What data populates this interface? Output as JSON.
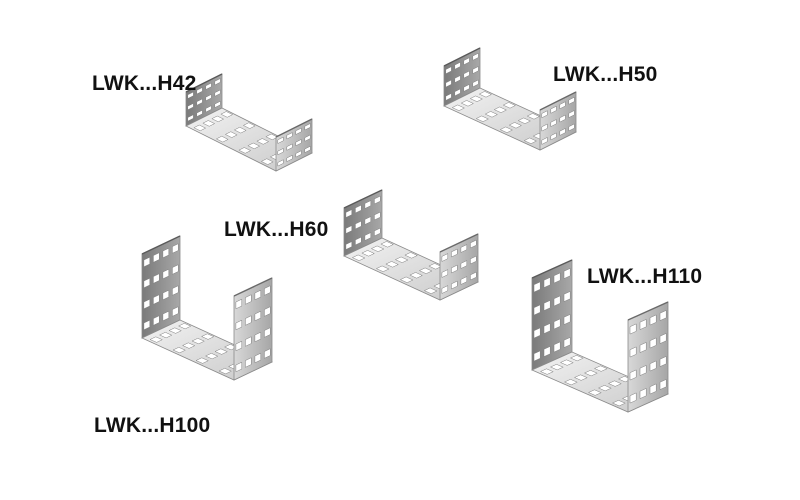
{
  "products": [
    {
      "id": "h42",
      "label": "LWK...H42",
      "icon": "cable-tray-icon"
    },
    {
      "id": "h50",
      "label": "LWK...H50",
      "icon": "cable-tray-icon"
    },
    {
      "id": "h60",
      "label": "LWK...H60",
      "icon": "cable-tray-icon"
    },
    {
      "id": "h100",
      "label": "LWK...H100",
      "icon": "cable-tray-icon"
    },
    {
      "id": "h110",
      "label": "LWK...H110",
      "icon": "cable-tray-icon"
    }
  ],
  "colors": {
    "background": "#ffffff",
    "text": "#111111",
    "metal_light": "#e4e4e4",
    "metal_mid": "#b9b9b9",
    "metal_dark": "#6f6f6f",
    "slot": "#ffffff"
  }
}
